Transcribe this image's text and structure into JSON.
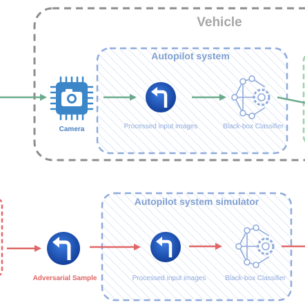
{
  "colors": {
    "vehicle_border": "#8c8c8c",
    "vehicle_title": "#a6a6a6",
    "autopilot_border": "#8eaadb",
    "autopilot_hatch": "#c9d6ee",
    "autopilot_title": "#7f9fd0",
    "camera_chip": "#3a86c8",
    "camera_label": "#4a7fc0",
    "node_label": "#8faadc",
    "sign_blue": "#1f5fc4",
    "arrow_green": "#6aaa8c",
    "arrow_red": "#e06666",
    "adversarial_label": "#e06666",
    "green_border": "#9fd3a8",
    "red_border": "#e06666"
  },
  "top": {
    "vehicle_title": "Vehicle",
    "autopilot_title": "Autopilot system",
    "camera_label": "Camera",
    "camera_icon": "camera-chip-icon",
    "processed_label": "Processed input images",
    "processed_icon": "turn-left-sign-icon",
    "classifier_label": "Black-box Classifier",
    "classifier_icon": "neural-network-gear-icon"
  },
  "bottom": {
    "simulator_title": "Autopilot system simulator",
    "adversarial_label": "Adversarial Sample",
    "adversarial_icon": "turn-left-sign-icon",
    "processed_label": "Processed input images",
    "processed_icon": "turn-left-sign-icon",
    "classifier_label": "Black-box Classifier",
    "classifier_icon": "neural-network-gear-icon"
  }
}
